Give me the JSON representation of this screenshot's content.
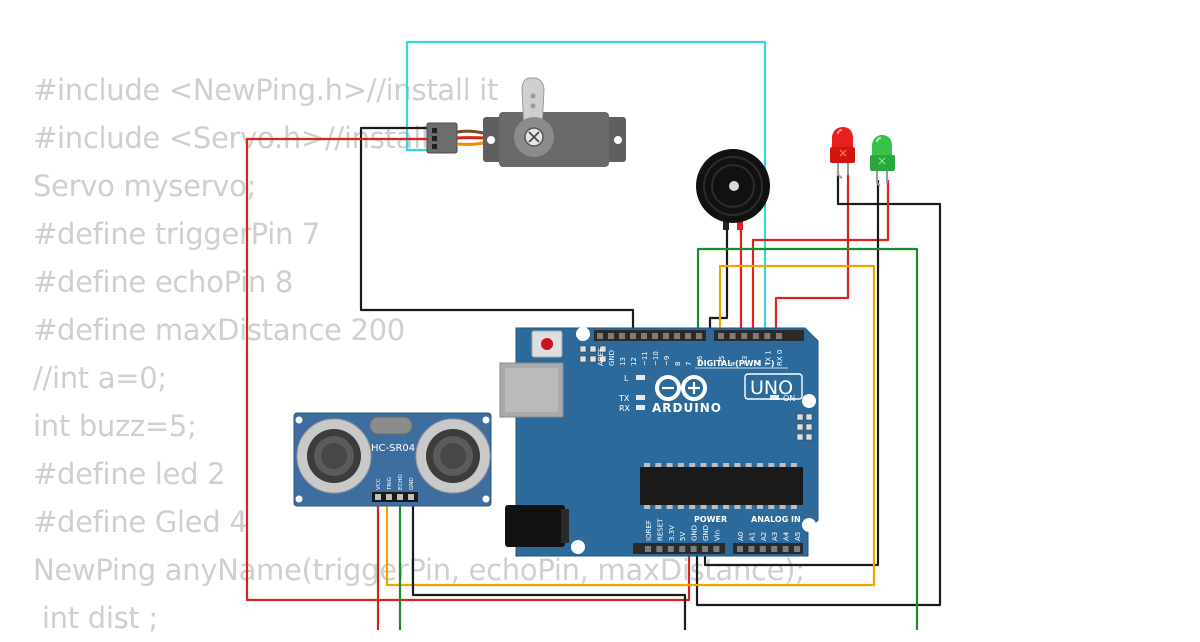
{
  "code_lines": [
    "#include <NewPing.h>//install it",
    "#include <Servo.h>//install",
    "Servo myservo;",
    "#define triggerPin 7",
    "#define echoPin 8",
    "#define maxDistance 200",
    "//int a=0;",
    "int buzz=5;",
    "#define led 2",
    "#define Gled 4",
    "NewPing anyName(triggerPin, echoPin, maxDistance);",
    " int dist ;"
  ],
  "board": {
    "brand": "ARDUINO",
    "model": "UNO",
    "digital_header": "DIGITAL (PWM ~)",
    "power_header": "POWER",
    "analog_header": "ANALOG IN",
    "on_label": "ON",
    "led_l": "L",
    "led_tx": "TX",
    "led_rx": "RX",
    "digital_pins": [
      "AREF",
      "GND",
      "13",
      "12",
      "~11",
      "~10",
      "~9",
      "8",
      "7",
      "~6",
      "~5",
      "4",
      "~3",
      "2",
      "TX 1",
      "RX 0"
    ],
    "power_pins": [
      "IOREF",
      "RESET",
      "3.3V",
      "5V",
      "GND",
      "GND",
      "Vin"
    ],
    "analog_pins": [
      "A0",
      "A1",
      "A2",
      "A3",
      "A4",
      "A5"
    ]
  },
  "sensor": {
    "model": "HC-SR04",
    "pins": [
      "VCC",
      "TRIG",
      "ECHO",
      "GND"
    ]
  },
  "components": {
    "servo": "servo-motor",
    "buzzer": "piezo-buzzer",
    "led_red": "red-led",
    "led_green": "green-led"
  },
  "colors": {
    "board": "#2b6a9b",
    "wire_red": "#d9231d",
    "wire_black": "#1a1a1a",
    "wire_green": "#1b8a2e",
    "wire_orange": "#f0a400",
    "wire_cyan": "#35d6e0",
    "code_text": "#cfcfcf"
  }
}
